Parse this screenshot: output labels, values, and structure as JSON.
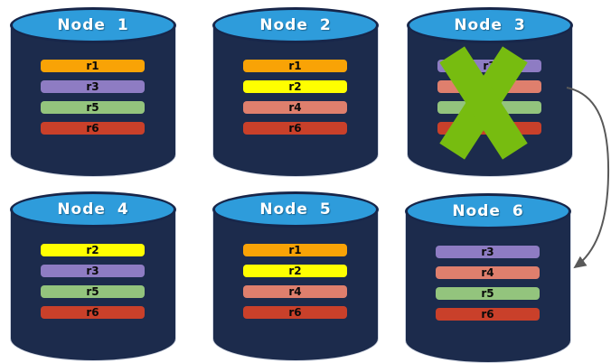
{
  "colors": {
    "background": "#FFFFFF",
    "cylinder_body": "#1C2B4C",
    "cylinder_top_fill": "#2E9CDB",
    "cylinder_outline": "#17264A",
    "node_title_color": "#FFFFFF",
    "x_mark": "#77BC10",
    "arrow": "#595959",
    "replica_palette": {
      "r1": "#F9A306",
      "r2": "#FFFF00",
      "r3": "#8E7CC3",
      "r4": "#DF7F6D",
      "r5": "#93C47D",
      "r6": "#C9402A"
    }
  },
  "nodes": [
    {
      "label": "Node 1",
      "failed": false,
      "replicas": [
        {
          "label": "r1",
          "color": "#F9A306"
        },
        {
          "label": "r3",
          "color": "#8E7CC3"
        },
        {
          "label": "r5",
          "color": "#93C47D"
        },
        {
          "label": "r6",
          "color": "#C9402A"
        }
      ]
    },
    {
      "label": "Node 2",
      "failed": false,
      "replicas": [
        {
          "label": "r1",
          "color": "#F9A306"
        },
        {
          "label": "r2",
          "color": "#FFFF00"
        },
        {
          "label": "r4",
          "color": "#DF7F6D"
        },
        {
          "label": "r6",
          "color": "#C9402A"
        }
      ]
    },
    {
      "label": "Node 3",
      "failed": true,
      "replicas": [
        {
          "label": "r3",
          "color": "#8E7CC3"
        },
        {
          "label": "",
          "color": "#DF7F6D"
        },
        {
          "label": "",
          "color": "#93C47D"
        },
        {
          "label": "",
          "color": "#C9402A"
        }
      ]
    },
    {
      "label": "Node 4",
      "failed": false,
      "replicas": [
        {
          "label": "r2",
          "color": "#FFFF00"
        },
        {
          "label": "r3",
          "color": "#8E7CC3"
        },
        {
          "label": "r5",
          "color": "#93C47D"
        },
        {
          "label": "r6",
          "color": "#C9402A"
        }
      ]
    },
    {
      "label": "Node 5",
      "failed": false,
      "replicas": [
        {
          "label": "r1",
          "color": "#F9A306"
        },
        {
          "label": "r2",
          "color": "#FFFF00"
        },
        {
          "label": "r4",
          "color": "#DF7F6D"
        },
        {
          "label": "r6",
          "color": "#C9402A"
        }
      ]
    },
    {
      "label": "Node 6",
      "failed": false,
      "replicas": [
        {
          "label": "r3",
          "color": "#8E7CC3"
        },
        {
          "label": "r4",
          "color": "#DF7F6D"
        },
        {
          "label": "r5",
          "color": "#93C47D"
        },
        {
          "label": "r6",
          "color": "#C9402A"
        }
      ]
    }
  ],
  "failover_arrow": {
    "from": "Node 3",
    "to": "Node 6"
  }
}
